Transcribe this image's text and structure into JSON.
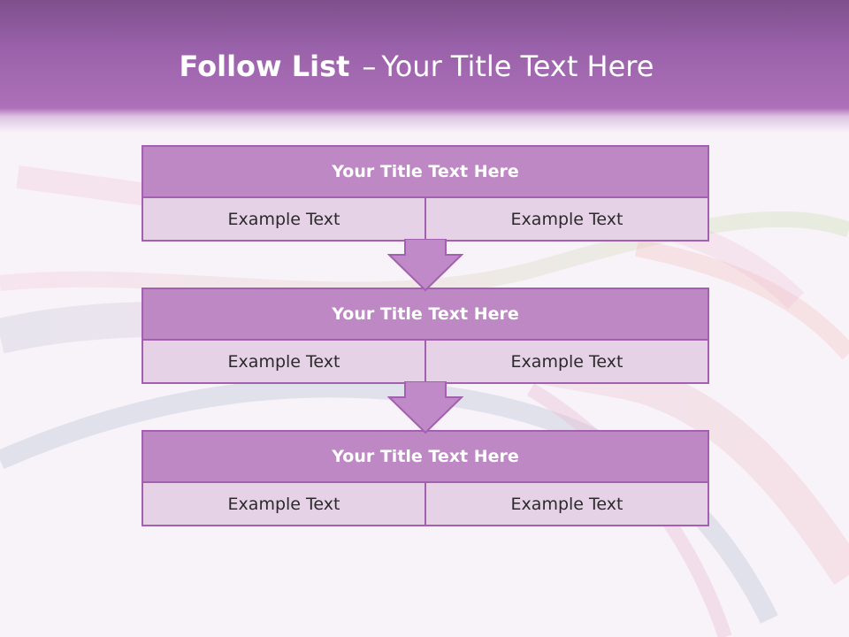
{
  "slide": {
    "title_bold": "Follow List",
    "title_dash": "–",
    "title_rest": "Your Title Text Here"
  },
  "steps": [
    {
      "title": "Your Title Text Here",
      "left": "Example Text",
      "right": "Example Text"
    },
    {
      "title": "Your Title Text Here",
      "left": "Example Text",
      "right": "Example Text"
    },
    {
      "title": "Your Title Text Here",
      "left": "Example Text",
      "right": "Example Text"
    }
  ],
  "colors": {
    "header": "#9a62aa",
    "block_title": "#bd88c4",
    "block_row": "#e6d2e7",
    "border": "#a460b0",
    "arrow": "#c08ac8"
  }
}
